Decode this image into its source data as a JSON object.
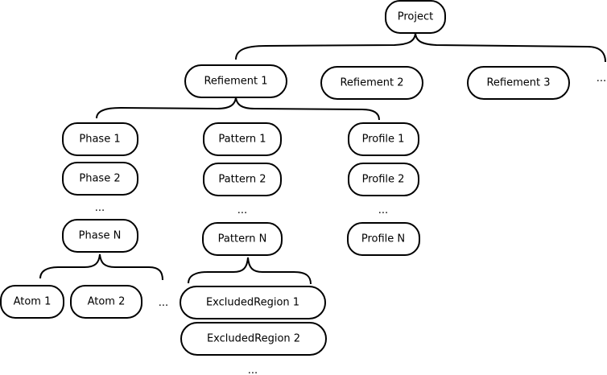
{
  "nodes": {
    "project": "Project",
    "refinement_1": "Refiement 1",
    "refinement_2": "Refiement 2",
    "refinement_3": "Refiement 3",
    "phase_1": "Phase 1",
    "phase_2": "Phase 2",
    "phase_n": "Phase N",
    "pattern_1": "Pattern 1",
    "pattern_2": "Pattern 2",
    "pattern_n": "Pattern N",
    "profile_1": "Profile 1",
    "profile_2": "Profile 2",
    "profile_n": "Profile N",
    "atom_1": "Atom 1",
    "atom_2": "Atom 2",
    "excluded_region_1": "ExcludedRegion 1",
    "excluded_region_2": "ExcludedRegion 2"
  },
  "ellipsis": "..."
}
